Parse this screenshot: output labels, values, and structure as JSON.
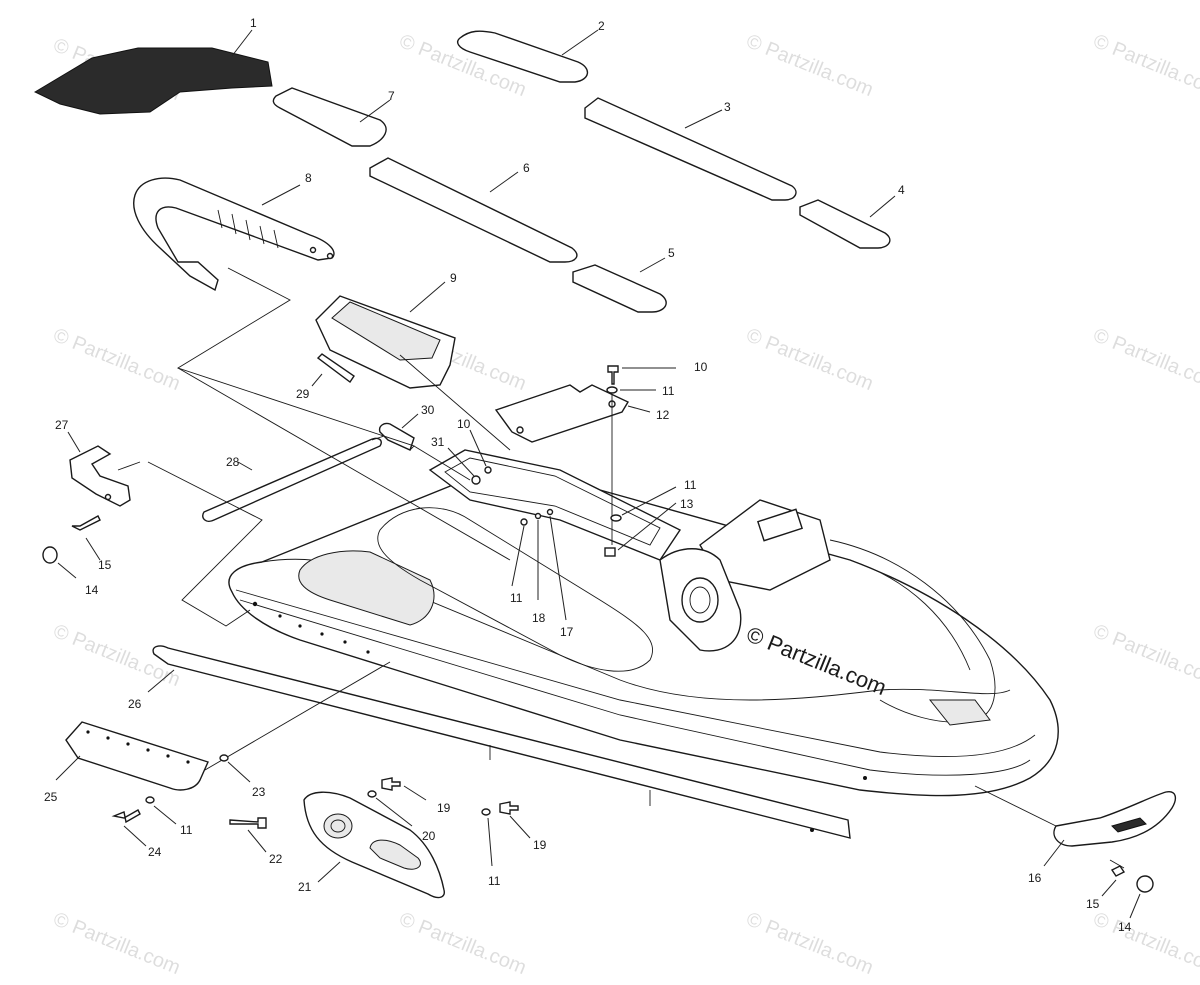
{
  "watermark": {
    "text": "© Partzilla.com",
    "overlay_text": "© Partzilla.com"
  },
  "parts": [
    {
      "number": "1"
    },
    {
      "number": "2"
    },
    {
      "number": "3"
    },
    {
      "number": "4"
    },
    {
      "number": "5"
    },
    {
      "number": "6"
    },
    {
      "number": "7"
    },
    {
      "number": "8"
    },
    {
      "number": "9"
    },
    {
      "number": "10"
    },
    {
      "number": "11"
    },
    {
      "number": "12"
    },
    {
      "number": "10"
    },
    {
      "number": "31"
    },
    {
      "number": "30"
    },
    {
      "number": "29"
    },
    {
      "number": "28"
    },
    {
      "number": "27"
    },
    {
      "number": "15"
    },
    {
      "number": "14"
    },
    {
      "number": "11"
    },
    {
      "number": "13"
    },
    {
      "number": "11"
    },
    {
      "number": "18"
    },
    {
      "number": "17"
    },
    {
      "number": "26"
    },
    {
      "number": "25"
    },
    {
      "number": "23"
    },
    {
      "number": "11"
    },
    {
      "number": "24"
    },
    {
      "number": "22"
    },
    {
      "number": "21"
    },
    {
      "number": "20"
    },
    {
      "number": "19"
    },
    {
      "number": "19"
    },
    {
      "number": "11"
    },
    {
      "number": "16"
    },
    {
      "number": "15"
    },
    {
      "number": "14"
    }
  ]
}
